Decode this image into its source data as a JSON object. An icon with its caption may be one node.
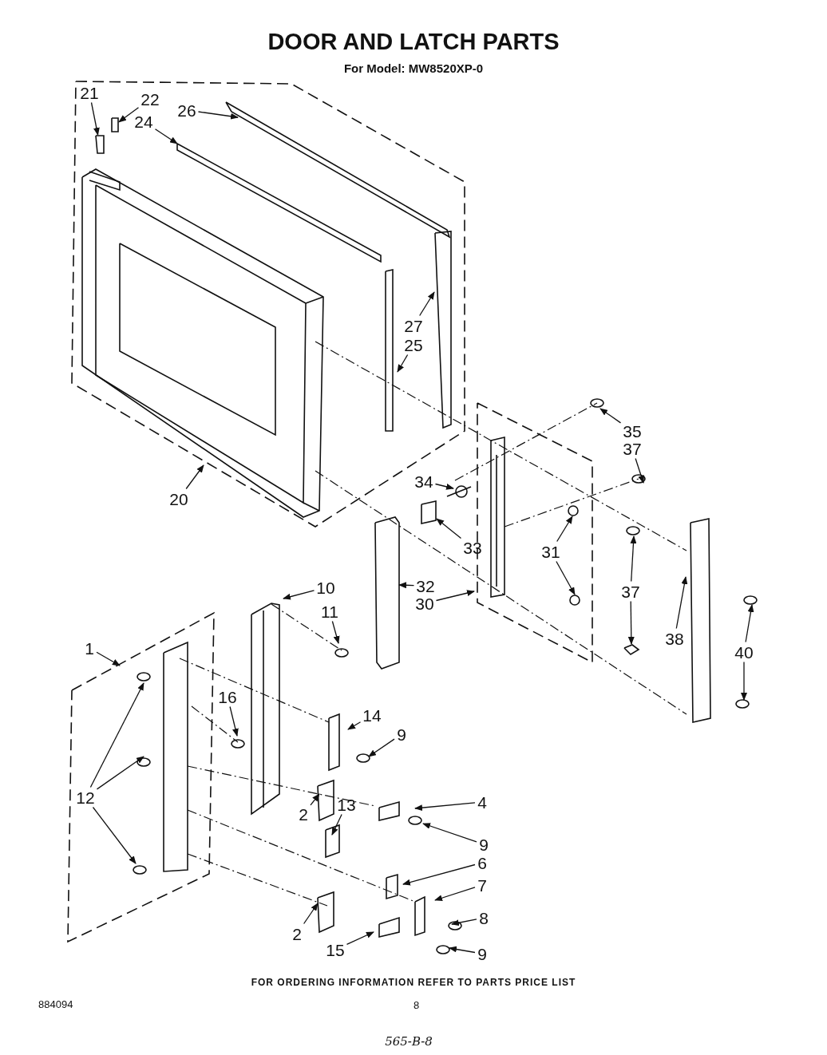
{
  "diagram": {
    "title": "DOOR AND LATCH PARTS",
    "nodes": [
      {
        "text": [
          "21"
        ]
      },
      {
        "text": [
          "22"
        ]
      },
      {
        "text": [
          "24"
        ]
      },
      {
        "text": [
          "26"
        ]
      },
      {
        "text": [
          "27"
        ]
      },
      {
        "text": [
          "25"
        ]
      },
      {
        "text": [
          "20"
        ]
      },
      {
        "text": [
          "35"
        ]
      },
      {
        "text": [
          "37"
        ]
      },
      {
        "text": [
          "34"
        ]
      },
      {
        "text": [
          "33"
        ]
      },
      {
        "text": [
          "31"
        ]
      },
      {
        "text": [
          "37"
        ]
      },
      {
        "text": [
          "32"
        ]
      },
      {
        "text": [
          "30"
        ]
      },
      {
        "text": [
          "38"
        ]
      },
      {
        "text": [
          "40"
        ]
      },
      {
        "text": [
          "10"
        ]
      },
      {
        "text": [
          "11"
        ]
      },
      {
        "text": [
          "1"
        ]
      },
      {
        "text": [
          "16"
        ]
      },
      {
        "text": [
          "14"
        ]
      },
      {
        "text": [
          "9"
        ]
      },
      {
        "text": [
          "12"
        ]
      },
      {
        "text": [
          "2"
        ]
      },
      {
        "text": [
          "4"
        ]
      },
      {
        "text": [
          "9"
        ]
      },
      {
        "text": [
          "13"
        ]
      },
      {
        "text": [
          "6"
        ]
      },
      {
        "text": [
          "7"
        ]
      },
      {
        "text": [
          "8"
        ]
      },
      {
        "text": [
          "2"
        ]
      },
      {
        "text": [
          "15"
        ]
      },
      {
        "text": [
          "9"
        ]
      },
      {
        "text": [],
        "shape": "picture"
      },
      {
        "text": [],
        "shape": "picture"
      },
      {
        "text": [],
        "shape": "picture"
      },
      {
        "text": [],
        "shape": "picture"
      }
    ],
    "edges": [
      {
        "from": 0,
        "to": 34,
        "arrow": "to"
      },
      {
        "from": 1,
        "to": 35,
        "arrow": "to"
      },
      {
        "from": 2,
        "to": null,
        "arrow": "to"
      },
      {
        "from": 3,
        "to": null,
        "arrow": "to"
      },
      {
        "from": 4,
        "to": null,
        "arrow": "to"
      },
      {
        "from": 5,
        "to": null,
        "arrow": "to"
      },
      {
        "from": 6,
        "to": null,
        "arrow": "to"
      },
      {
        "from": 7,
        "to": null,
        "arrow": "to"
      },
      {
        "from": 8,
        "to": null,
        "arrow": "to"
      },
      {
        "from": 9,
        "to": null,
        "arrow": "to"
      },
      {
        "from": 10,
        "to": 36,
        "arrow": "to"
      },
      {
        "from": 11,
        "to": null,
        "arrow": "to"
      },
      {
        "from": 11,
        "to": null,
        "arrow": "to"
      },
      {
        "from": 12,
        "to": null,
        "arrow": "to"
      },
      {
        "from": 12,
        "to": 37,
        "arrow": "to"
      },
      {
        "from": 13,
        "to": null,
        "arrow": "to"
      },
      {
        "from": 14,
        "to": null,
        "arrow": "to"
      },
      {
        "from": 15,
        "to": null,
        "arrow": "to"
      },
      {
        "from": 16,
        "to": null,
        "arrow": "to"
      },
      {
        "from": 16,
        "to": null,
        "arrow": "to"
      },
      {
        "from": 17,
        "to": null,
        "arrow": "to"
      },
      {
        "from": 18,
        "to": null,
        "arrow": "to"
      },
      {
        "from": 19,
        "to": null,
        "arrow": "to"
      },
      {
        "from": 20,
        "to": null,
        "arrow": "to"
      },
      {
        "from": 21,
        "to": null,
        "arrow": "to"
      },
      {
        "from": 22,
        "to": null,
        "arrow": "to"
      },
      {
        "from": 23,
        "to": null,
        "arrow": "to"
      },
      {
        "from": 23,
        "to": null,
        "arrow": "to"
      },
      {
        "from": 23,
        "to": null,
        "arrow": "to"
      },
      {
        "from": 24,
        "to": null,
        "arrow": "to"
      },
      {
        "from": 25,
        "to": null,
        "arrow": "to"
      },
      {
        "from": 26,
        "to": null,
        "arrow": "to"
      },
      {
        "from": 27,
        "to": null,
        "arrow": "to"
      },
      {
        "from": 28,
        "to": null,
        "arrow": "to"
      },
      {
        "from": 29,
        "to": null,
        "arrow": "to"
      },
      {
        "from": 30,
        "to": null,
        "arrow": "to"
      },
      {
        "from": 31,
        "to": null,
        "arrow": "to"
      },
      {
        "from": 32,
        "to": null,
        "arrow": "to"
      },
      {
        "from": 33,
        "to": null,
        "arrow": "to"
      }
    ],
    "labels": [
      "For Model: MW8520XP-0",
      "FOR ORDERING INFORMATION REFER TO PARTS PRICE LIST",
      "884094",
      "8",
      "565-B-8"
    ]
  }
}
